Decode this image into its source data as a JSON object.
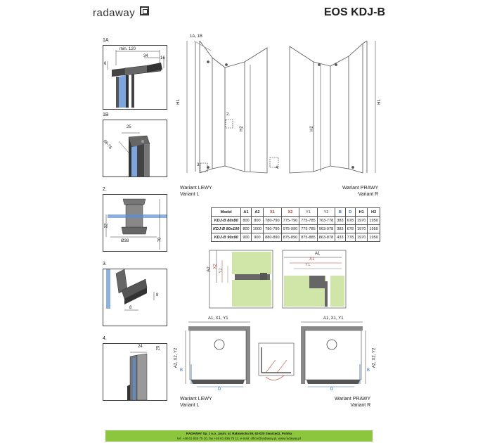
{
  "header": {
    "brand": "radaway",
    "model_title": "EOS KDJ-B"
  },
  "insets": [
    {
      "label": "1A",
      "dims": [
        "min. 120",
        "34",
        "6",
        "16"
      ]
    },
    {
      "label": "1B",
      "dims": [
        "25",
        "66-76"
      ]
    },
    {
      "label": "2.",
      "dims": [
        "32",
        "Ø38",
        "70"
      ]
    },
    {
      "label": "3.",
      "dims": [
        "8",
        "8"
      ]
    },
    {
      "label": "4.",
      "dims": [
        "24",
        "25"
      ]
    }
  ],
  "elevation": {
    "left_labels": {
      "top": "1A, 1B",
      "h1": "H1",
      "h2": "H2",
      "marker2": "2.",
      "marker3": "3."
    },
    "right_labels": {
      "h1": "H1",
      "h2": "H2",
      "marker4": "4."
    },
    "variant_left": [
      "Wariant LEWY",
      "Variant L"
    ],
    "variant_right": [
      "Wariant PRAWY",
      "Variant R"
    ]
  },
  "spec_table": {
    "headers": [
      "Model",
      "A1",
      "A2",
      "X1",
      "X2",
      "Y1",
      "Y2",
      "B",
      "D",
      "H1",
      "H2"
    ],
    "header_colors": [
      "#222222",
      "#222222",
      "#222222",
      "#c0392b",
      "#c0392b",
      "#7a7a7a",
      "#7a7a7a",
      "#2e6fb5",
      "#2e6fb5",
      "#222222",
      "#222222"
    ],
    "rows": [
      [
        "KDJ-B 80x80",
        "800",
        "800",
        "780-790",
        "775-790",
        "775-785",
        "763-778",
        "383",
        "678",
        "1970",
        "1950"
      ],
      [
        "KDJ-B 80x100",
        "800",
        "1000",
        "780-790",
        "975-990",
        "775-785",
        "963-978",
        "383",
        "678",
        "1970",
        "1950"
      ],
      [
        "KDJ-B 90x90",
        "900",
        "900",
        "880-890",
        "875-890",
        "875-885",
        "863-878",
        "433",
        "778",
        "1970",
        "1950"
      ]
    ]
  },
  "details": {
    "left": {
      "labels": [
        "A2",
        "X2",
        "Y2"
      ]
    },
    "right": {
      "labels": [
        "A1",
        "X1",
        "Y1"
      ]
    }
  },
  "plans": {
    "left": {
      "top": "A1, X1, Y1",
      "side": "A2, X2, Y2",
      "b": "B",
      "d": "D",
      "variant": [
        "Wariant LEWY",
        "Variant L"
      ]
    },
    "right": {
      "top": "A1, X1, Y1",
      "side": "A2, X2, Y2",
      "b": "B",
      "d": "D",
      "variant": [
        "Wariant PRAWY",
        "Variant R"
      ]
    }
  },
  "footer": {
    "line1": "RADAWAY Sp. z o.o. Jasin; ul. Rabowicka 59, 62-020 Swarzędz, Polska",
    "line2": "tel. +48 61 835 75 10, fax +48 61 835 75 11, e-mail: office@radaway.pl, www.radaway.pl"
  },
  "colors": {
    "red": "#c0392b",
    "blue": "#2e6fb5",
    "grey": "#7a7a7a",
    "green": "#8cc63f",
    "glass": "#5b8fd6",
    "wall": "#cfe6a8"
  }
}
